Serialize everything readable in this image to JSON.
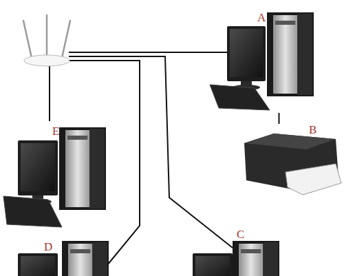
{
  "diagram": {
    "nodes": [
      {
        "text": [
          "A"
        ]
      },
      {
        "text": [
          "E"
        ]
      },
      {
        "text": [
          "B"
        ]
      },
      {
        "text": [
          "D"
        ]
      },
      {
        "text": [
          "C"
        ]
      }
    ],
    "edges": [
      {
        "from": 0,
        "to": 2,
        "arrow": "none"
      }
    ]
  }
}
